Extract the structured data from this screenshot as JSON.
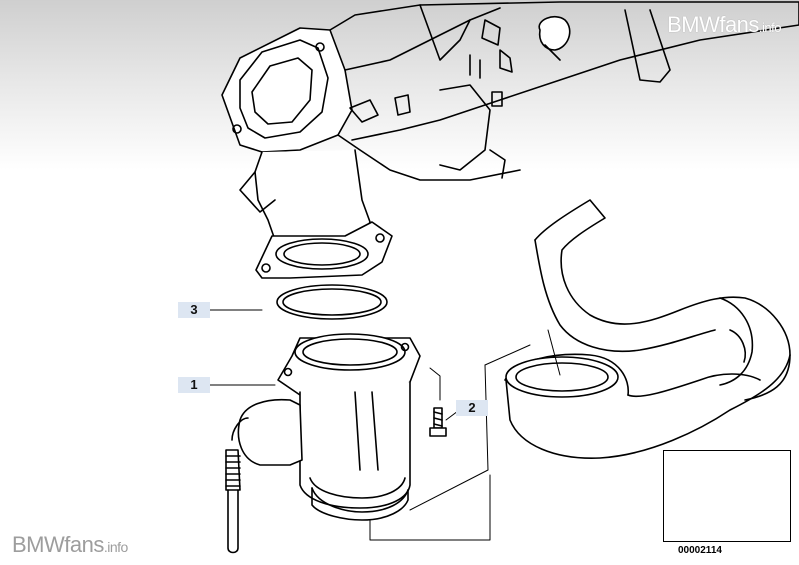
{
  "watermark": {
    "top_text": "BMWfans",
    "top_suffix": ".info",
    "bottom_text": "BMWfans",
    "bottom_suffix": ".info"
  },
  "callouts": [
    {
      "label": "3"
    },
    {
      "label": "1"
    },
    {
      "label": "2"
    }
  ],
  "reference": {
    "number": "00002114"
  },
  "colors": {
    "line": "#000000",
    "callout_bg": "#dde6f2",
    "top_fade": "#cfcfcf"
  }
}
